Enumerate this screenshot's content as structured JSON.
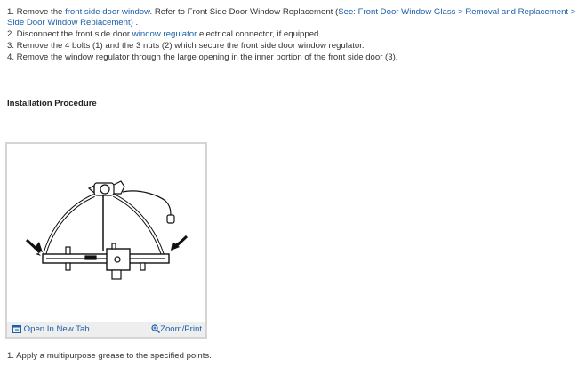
{
  "removal_steps": {
    "s1_pre": "1. Remove the ",
    "s1_link": "front side door window",
    "s1_mid": ". Refer to Front Side Door Window Replacement (",
    "s1_link2a": "See: Front Door Window Glass > Removal and Replacement > Front",
    "s1_link2b": "Side Door Window Replacement)",
    "s1_end": " .",
    "s2_pre": "2. Disconnect the front side door ",
    "s2_link": "window regulator",
    "s2_post": " electrical connector, if equipped.",
    "s3": "3. Remove the 4 bolts (1) and the 3 nuts (2) which secure the front side door window regulator.",
    "s4": "4. Remove the window regulator through the large opening in the inner portion of the front side door (3)."
  },
  "installation": {
    "heading": "Installation Procedure",
    "step1": "1. Apply a multipurpose grease to the specified points."
  },
  "figure": {
    "open_tab": "Open In New Tab",
    "zoom": "Zoom/Print"
  },
  "colors": {
    "link": "#1a5fa8",
    "text": "#333333",
    "footer_bg": "#eeeeee"
  }
}
